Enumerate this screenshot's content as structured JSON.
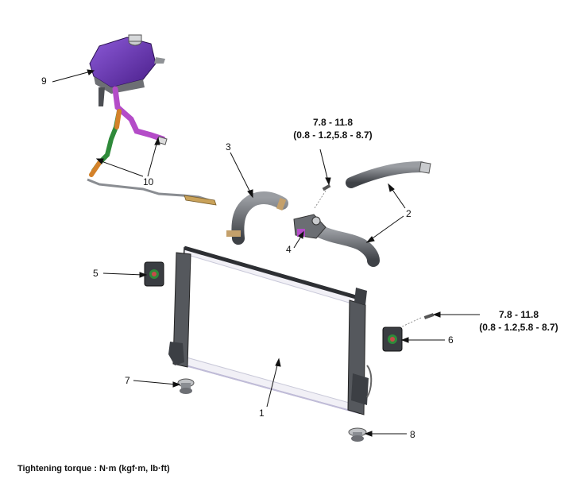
{
  "callouts": [
    "1",
    "2",
    "3",
    "4",
    "5",
    "6",
    "7",
    "8",
    "9",
    "10"
  ],
  "torque_1": {
    "nm": "7.8 - 11.8",
    "alt": "(0.8 - 1.2,5.8 - 8.7)"
  },
  "torque_2": {
    "nm": "7.8 - 11.8",
    "alt": "(0.8 - 1.2,5.8 - 8.7)"
  },
  "footer": "Tightening torque : N·m (kgf·m, lb·ft)",
  "colors": {
    "reservoir": "#6a2fb0",
    "hose_purple": "#b44cc8",
    "hose_green": "#2f8a3a",
    "hose_orange": "#d4822a",
    "metal": "#8a8d92",
    "dark": "#3a3d42"
  }
}
